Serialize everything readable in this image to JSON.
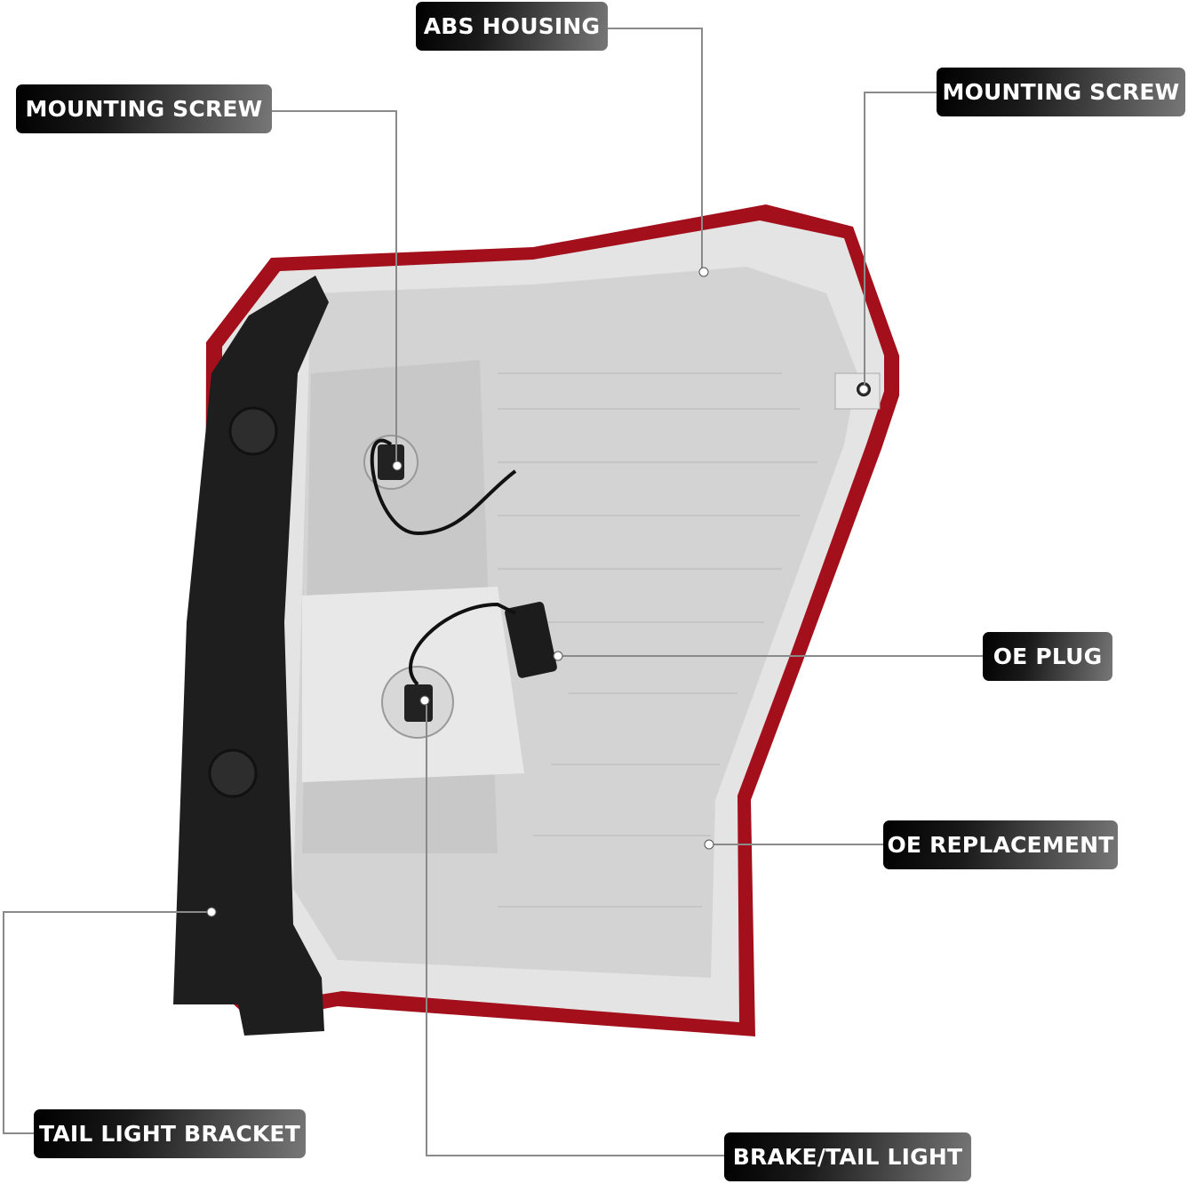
{
  "labels": {
    "abs_housing": "ABS HOUSING",
    "mounting_screw_left": "MOUNTING SCREW",
    "mounting_screw_right": "MOUNTING SCREW",
    "oe_plug": "OE PLUG",
    "oe_replacement": "OE REPLACEMENT",
    "tail_light_bracket": "TAIL LIGHT BRACKET",
    "brake_tail_light": "BRAKE/TAIL LIGHT"
  },
  "colors": {
    "rim": "#a3101c",
    "housing": "#d9d9d9",
    "bracket": "#1e1e1e",
    "leader": "#8a8a8a"
  }
}
